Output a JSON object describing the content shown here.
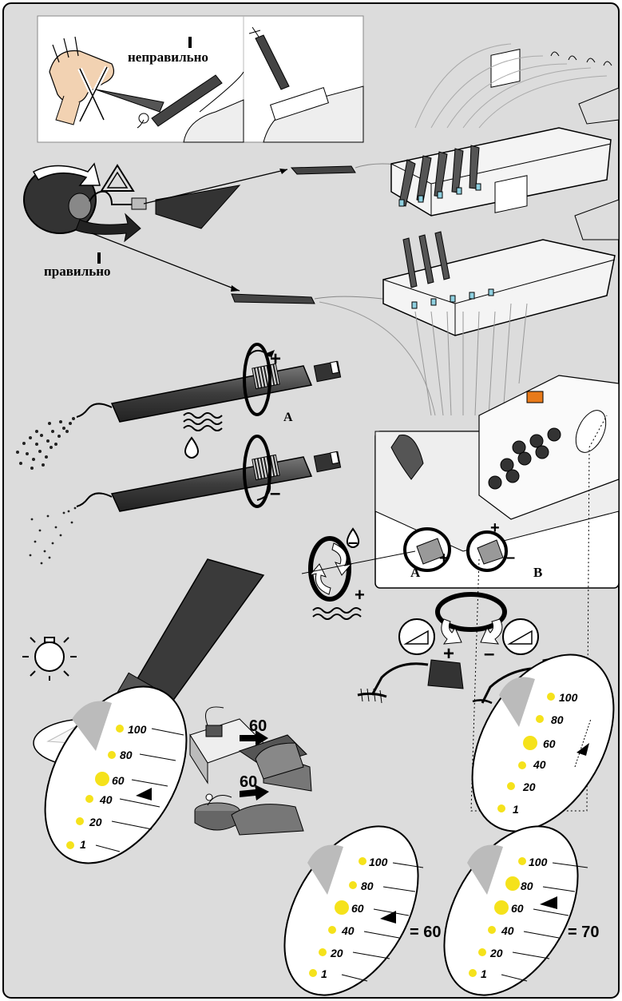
{
  "labels": {
    "incorrect": "неправильно",
    "correct": "правильно",
    "plus": "+",
    "minus": "–",
    "knob_a": "A",
    "knob_b": "B",
    "pedal_value": "60",
    "result_1": "= 60",
    "result_2": "= 70"
  },
  "scale_values": [
    "100",
    "80",
    "60",
    "40",
    "20",
    "1"
  ],
  "colors": {
    "background": "#dcdcdc",
    "panel": "#ffffff",
    "outline": "#000000",
    "led": "#f5e21b",
    "handpiece": "#4a4a4a"
  },
  "icons": [
    "warning-triangle-icon",
    "water-drop-icon",
    "spray-waves-icon",
    "lamp-icon",
    "rotate-arrow-icon"
  ]
}
